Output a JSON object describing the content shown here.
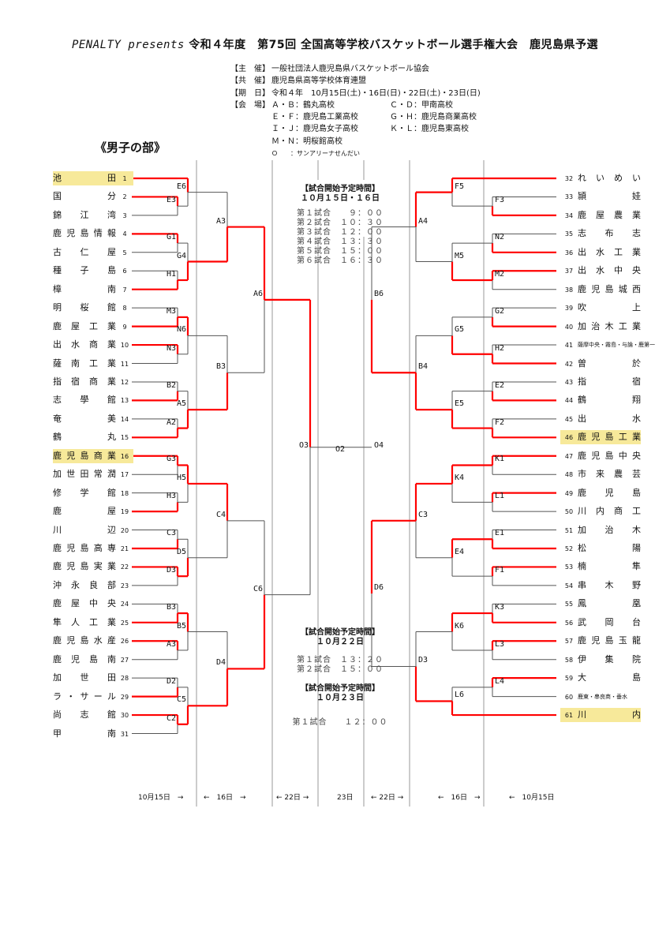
{
  "header": {
    "brand": "PENALTY presents",
    "title": "令和４年度　第75回 全国高等学校バスケットボール選手権大会　鹿児島県予選"
  },
  "info": {
    "organizer_label": "【主　催】",
    "organizer": "一般社団法人鹿児島県バスケットボール協会",
    "cosponsor_label": "【共　催】",
    "cosponsor": "鹿児島県高等学校体育連盟",
    "dates_label": "【期　日】",
    "dates": "令和４年　10月15日(土)・16日(日)・22日(土)・23日(日)",
    "venue_label": "【会　場】",
    "venues": [
      {
        "courts": "Ａ・Ｂ：鶴丸高校",
        "courts2": "Ｃ・Ｄ：甲南高校"
      },
      {
        "courts": "Ｅ・Ｆ：鹿児島工業高校",
        "courts2": "Ｇ・Ｈ：鹿児島商業高校"
      },
      {
        "courts": "Ｉ・Ｊ：鹿児島女子高校",
        "courts2": "Ｋ・Ｌ：鹿児島東高校"
      },
      {
        "courts": "Ｍ・Ｎ：明桜館高校",
        "courts2": ""
      },
      {
        "courts": "Ｏ　　：サンアリーナせんだい",
        "courts2": ""
      }
    ]
  },
  "section": "《男子の部》",
  "left_teams": [
    {
      "no": "1",
      "name": "池田",
      "hl": true
    },
    {
      "no": "2",
      "name": "国分"
    },
    {
      "no": "3",
      "name": "錦江湾"
    },
    {
      "no": "4",
      "name": "鹿児島情報"
    },
    {
      "no": "5",
      "name": "古仁屋"
    },
    {
      "no": "6",
      "name": "種子島"
    },
    {
      "no": "7",
      "name": "樟南"
    },
    {
      "no": "8",
      "name": "明桜館"
    },
    {
      "no": "9",
      "name": "鹿屋工業"
    },
    {
      "no": "10",
      "name": "出水商業"
    },
    {
      "no": "11",
      "name": "薩南工業"
    },
    {
      "no": "12",
      "name": "指宿商業"
    },
    {
      "no": "13",
      "name": "志學館"
    },
    {
      "no": "14",
      "name": "奄美"
    },
    {
      "no": "15",
      "name": "鶴丸"
    },
    {
      "no": "16",
      "name": "鹿児島商業",
      "hl": true
    },
    {
      "no": "17",
      "name": "加世田常潤"
    },
    {
      "no": "18",
      "name": "修学館"
    },
    {
      "no": "19",
      "name": "鹿屋"
    },
    {
      "no": "20",
      "name": "川辺"
    },
    {
      "no": "21",
      "name": "鹿児島高専"
    },
    {
      "no": "22",
      "name": "鹿児島実業"
    },
    {
      "no": "23",
      "name": "沖永良部"
    },
    {
      "no": "24",
      "name": "鹿屋中央"
    },
    {
      "no": "25",
      "name": "隼人工業"
    },
    {
      "no": "26",
      "name": "鹿児島水産"
    },
    {
      "no": "27",
      "name": "鹿児島南"
    },
    {
      "no": "28",
      "name": "加世田"
    },
    {
      "no": "29",
      "name": "ラ・サール"
    },
    {
      "no": "30",
      "name": "尚志館"
    },
    {
      "no": "31",
      "name": "甲南"
    }
  ],
  "right_teams": [
    {
      "no": "32",
      "name": "れいめい"
    },
    {
      "no": "33",
      "name": "頴娃"
    },
    {
      "no": "34",
      "name": "鹿屋農業"
    },
    {
      "no": "35",
      "name": "志布志"
    },
    {
      "no": "36",
      "name": "出水工業"
    },
    {
      "no": "37",
      "name": "出水中央"
    },
    {
      "no": "38",
      "name": "鹿児島城西"
    },
    {
      "no": "39",
      "name": "吹上"
    },
    {
      "no": "40",
      "name": "加治木工業"
    },
    {
      "no": "41",
      "name": "薩摩中央・霧島・与論・鹿第一",
      "small": true
    },
    {
      "no": "42",
      "name": "曽於"
    },
    {
      "no": "43",
      "name": "指宿"
    },
    {
      "no": "44",
      "name": "鶴翔"
    },
    {
      "no": "45",
      "name": "出水"
    },
    {
      "no": "46",
      "name": "鹿児島工業",
      "hl": true
    },
    {
      "no": "47",
      "name": "鹿児島中央"
    },
    {
      "no": "48",
      "name": "市来農芸"
    },
    {
      "no": "49",
      "name": "鹿児島"
    },
    {
      "no": "50",
      "name": "川内商工"
    },
    {
      "no": "51",
      "name": "加治木"
    },
    {
      "no": "52",
      "name": "松陽"
    },
    {
      "no": "53",
      "name": "楠隼"
    },
    {
      "no": "54",
      "name": "串木野"
    },
    {
      "no": "55",
      "name": "鳳凰"
    },
    {
      "no": "56",
      "name": "武岡台"
    },
    {
      "no": "57",
      "name": "鹿児島玉龍"
    },
    {
      "no": "58",
      "name": "伊集院"
    },
    {
      "no": "59",
      "name": "大島"
    },
    {
      "no": "60",
      "name": "鹿東・串良商・垂水",
      "small": true
    },
    {
      "no": "61",
      "name": "川内",
      "hl": true
    }
  ],
  "match_codes": {
    "left_r1": [
      "E3",
      "G1",
      "H1",
      "M3",
      "N3",
      "B2",
      "A2",
      "G3",
      "H3",
      "C3",
      "D3",
      "B3",
      "A3",
      "D2",
      "C2"
    ],
    "left_r2": [
      "E6",
      "G4",
      "N6",
      "A5",
      "H5",
      "D5",
      "B5",
      "C5"
    ],
    "left_r3": [
      "A3",
      "B3",
      "C4",
      "D4"
    ],
    "left_r4": [
      "A6",
      "C6"
    ],
    "right_r1": [
      "F3",
      "N2",
      "M2",
      "G2",
      "H2",
      "E2",
      "F2",
      "K1",
      "L1",
      "E1",
      "F1",
      "K3",
      "L3",
      "L4"
    ],
    "right_r2": [
      "F5",
      "M5",
      "G5",
      "E5",
      "K4",
      "E4",
      "K6",
      "L6"
    ],
    "right_r3": [
      "A4",
      "B4",
      "C3",
      "D3"
    ],
    "right_r4": [
      "B6",
      "D6"
    ],
    "semi_left": "O3",
    "final": "O2",
    "semi_right": "O4"
  },
  "schedule": {
    "day1": {
      "heading": "【試合開始予定時間】",
      "date": "１０月１５日・１６日",
      "games": [
        "第１試合　　９：００",
        "第２試合　１０：３０",
        "第３試合　１２：００",
        "第４試合　１３：３０",
        "第５試合　１５：００",
        "第６試合　１６：３０"
      ]
    },
    "day3": {
      "heading": "【試合開始予定時間】",
      "date": "１０月２２日",
      "games": [
        "第１試合　１３：２０",
        "第２試合　１５：００"
      ]
    },
    "day4": {
      "heading": "【試合開始予定時間】",
      "date": "１０月２３日",
      "games": [
        "第１試合　　１２：００"
      ]
    }
  },
  "date_bar": [
    "10月15日　→",
    "←　16日　→",
    "← 22日 →",
    "23日",
    "← 22日 →",
    "←　16日　→",
    "←　10月15日"
  ],
  "colors": {
    "winner_line": "#ff0000",
    "loser_line": "#555555",
    "highlight": "#f7e99a",
    "divider": "#999999"
  }
}
